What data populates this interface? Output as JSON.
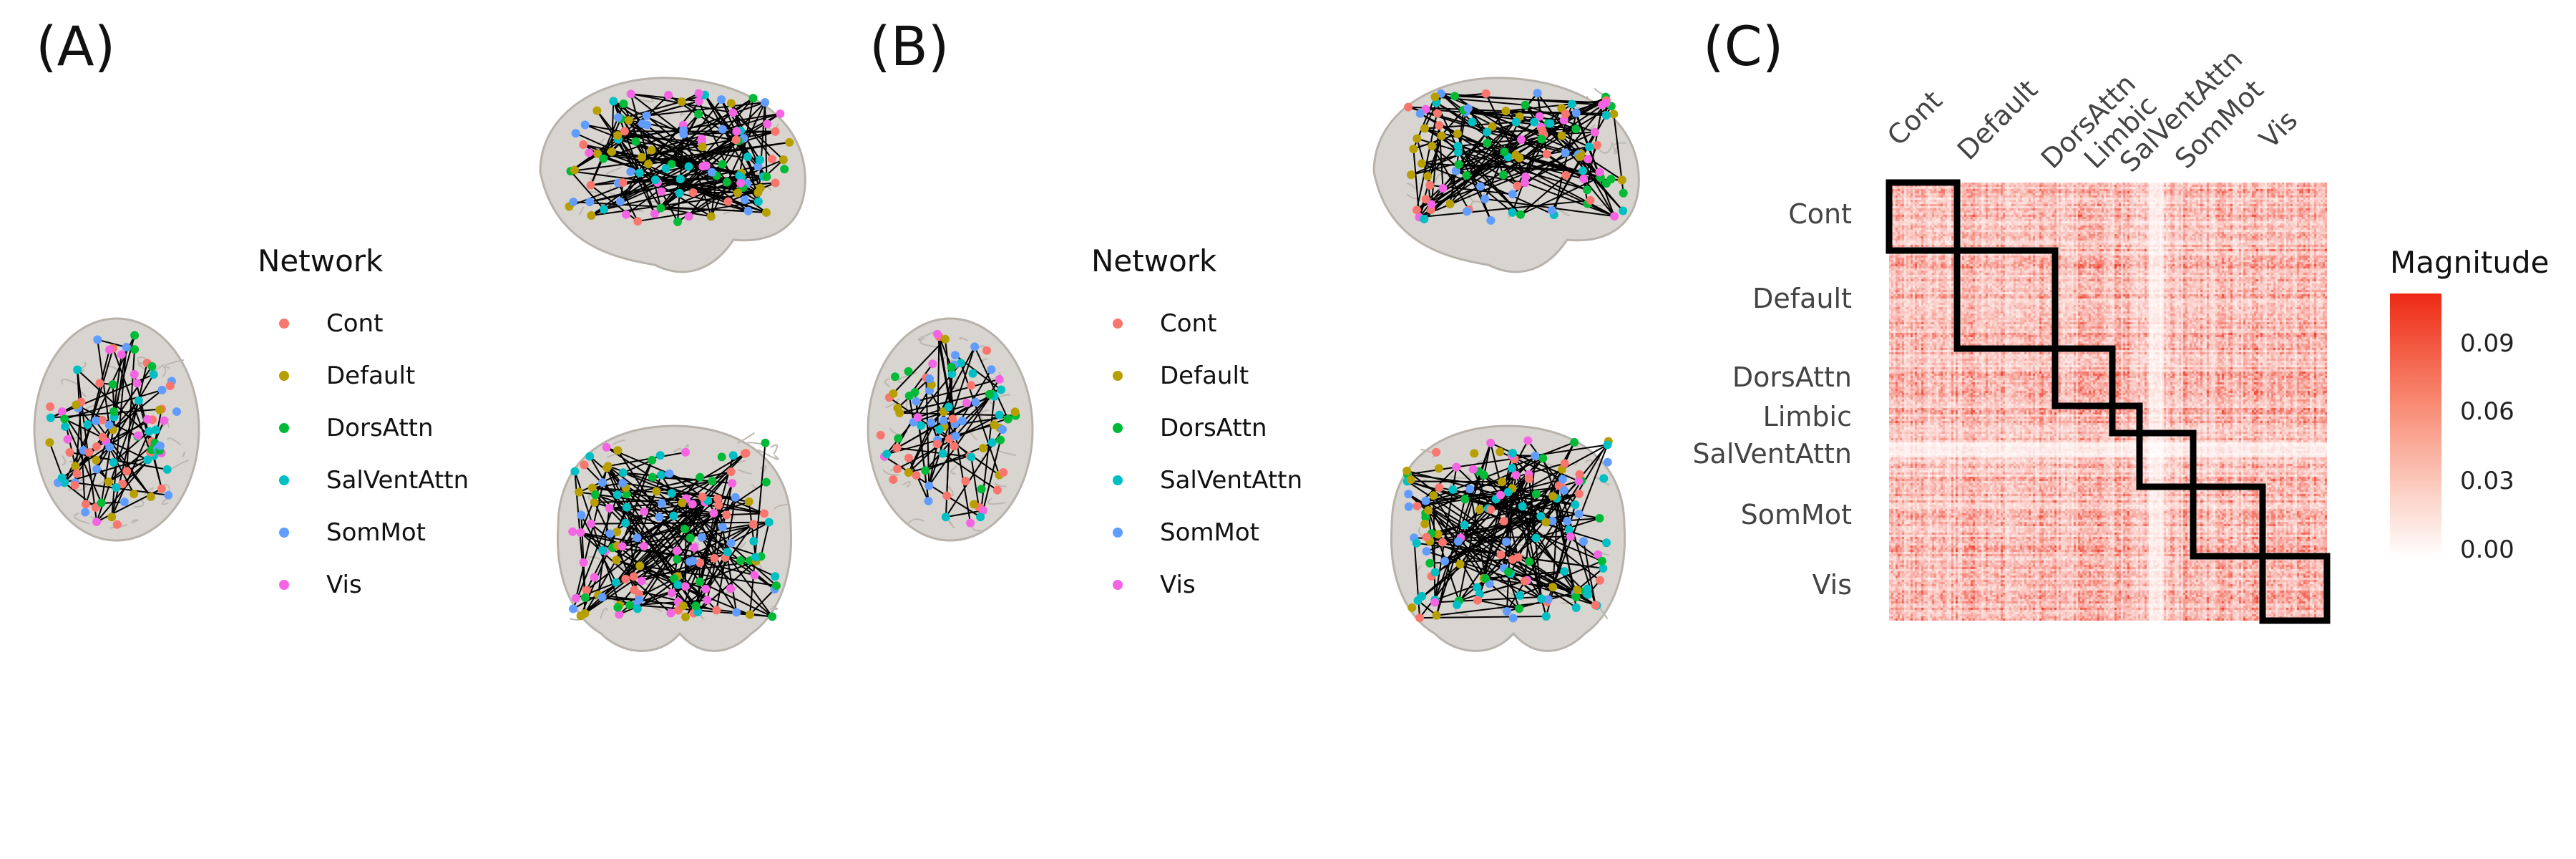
{
  "panels": {
    "a_label": "(A)",
    "b_label": "(B)",
    "c_label": "(C)"
  },
  "legend": {
    "title": "Network",
    "items": [
      {
        "label": "Cont",
        "color": "#F8766D"
      },
      {
        "label": "Default",
        "color": "#B79F00"
      },
      {
        "label": "DorsAttn",
        "color": "#00BA38"
      },
      {
        "label": "SalVentAttn",
        "color": "#00BFC4"
      },
      {
        "label": "SomMot",
        "color": "#619CFF"
      },
      {
        "label": "Vis",
        "color": "#F564E3"
      }
    ]
  },
  "heatmap": {
    "row_labels": [
      "Cont",
      "Default",
      "DorsAttn",
      "Limbic",
      "SalVentAttn",
      "SomMot",
      "Vis"
    ],
    "col_labels": [
      "Cont",
      "Default",
      "DorsAttn",
      "Limbic",
      "SalVentAttn",
      "SomMot",
      "Vis"
    ],
    "colorbar_title": "Magnitude",
    "colorbar_ticks": [
      "0.09",
      "0.06",
      "0.03",
      "0.00"
    ],
    "color_low": "#FFFFFF",
    "color_high": "#EE2A14"
  }
}
